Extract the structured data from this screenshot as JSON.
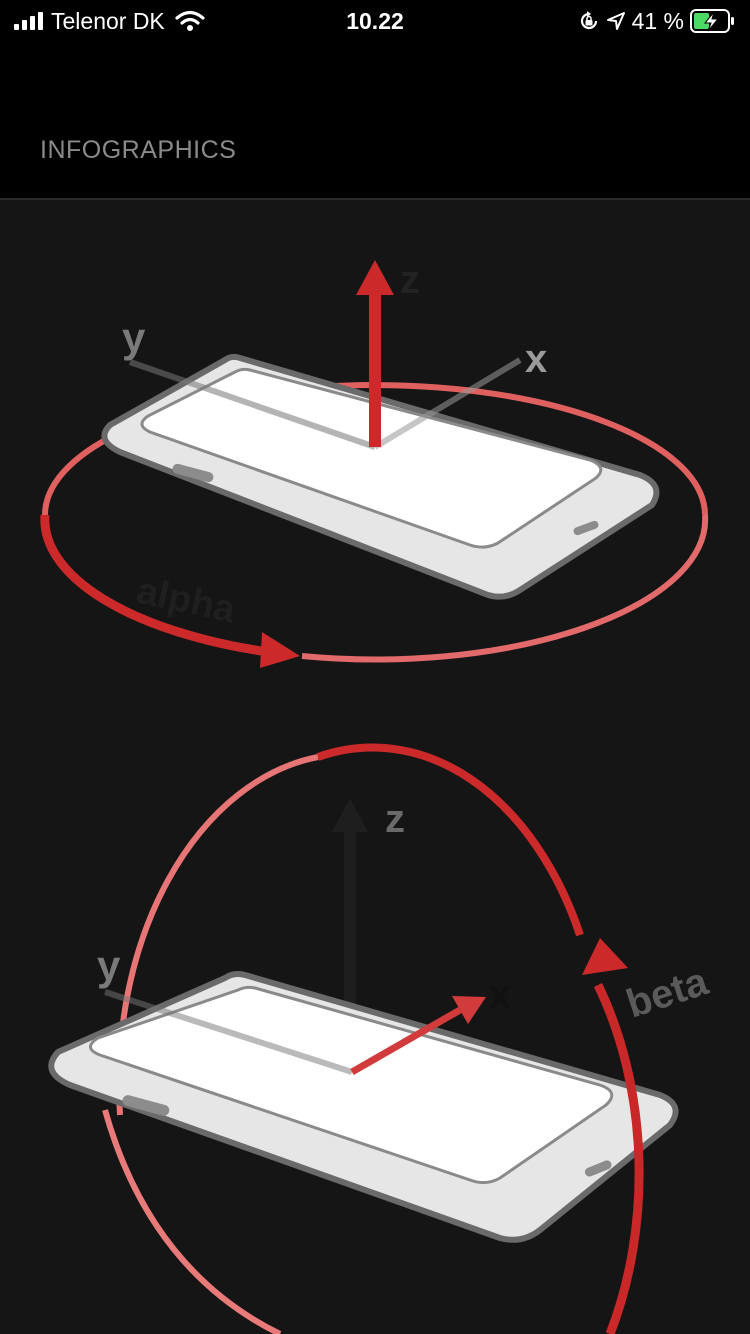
{
  "status_bar": {
    "carrier": "Telenor DK",
    "time": "10.22",
    "battery_percent": "41 %",
    "icons": [
      "signal-icon",
      "wifi-icon",
      "rotation-lock-icon",
      "location-arrow-icon",
      "battery-charging-icon"
    ]
  },
  "header": {
    "title": "INFOGRAPHICS"
  },
  "infographics": [
    {
      "axes": {
        "x": "x",
        "y": "y",
        "z": "z"
      },
      "rotation_label": "alpha"
    },
    {
      "axes": {
        "x": "x",
        "y": "y",
        "z": "z"
      },
      "rotation_label": "beta"
    }
  ],
  "colors": {
    "background": "#151515",
    "header": "#000000",
    "accent_red": "#cc2a2a",
    "battery_green": "#4cd964"
  }
}
